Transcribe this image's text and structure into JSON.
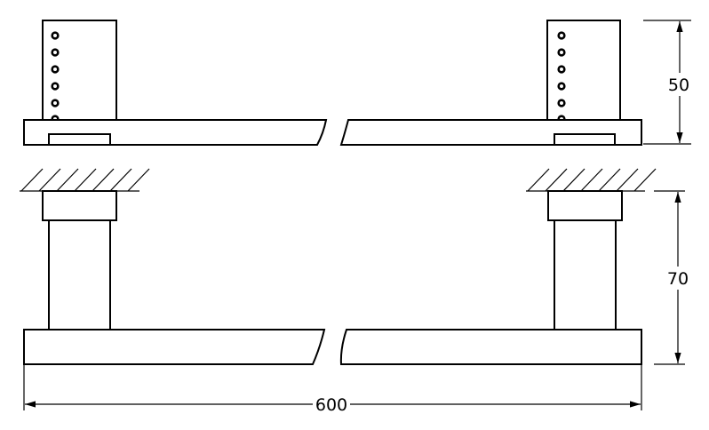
{
  "dimensions": {
    "depth_top": "50",
    "projection": "70",
    "length": "600"
  },
  "colors": {
    "line": "#000000",
    "background": "#ffffff"
  }
}
